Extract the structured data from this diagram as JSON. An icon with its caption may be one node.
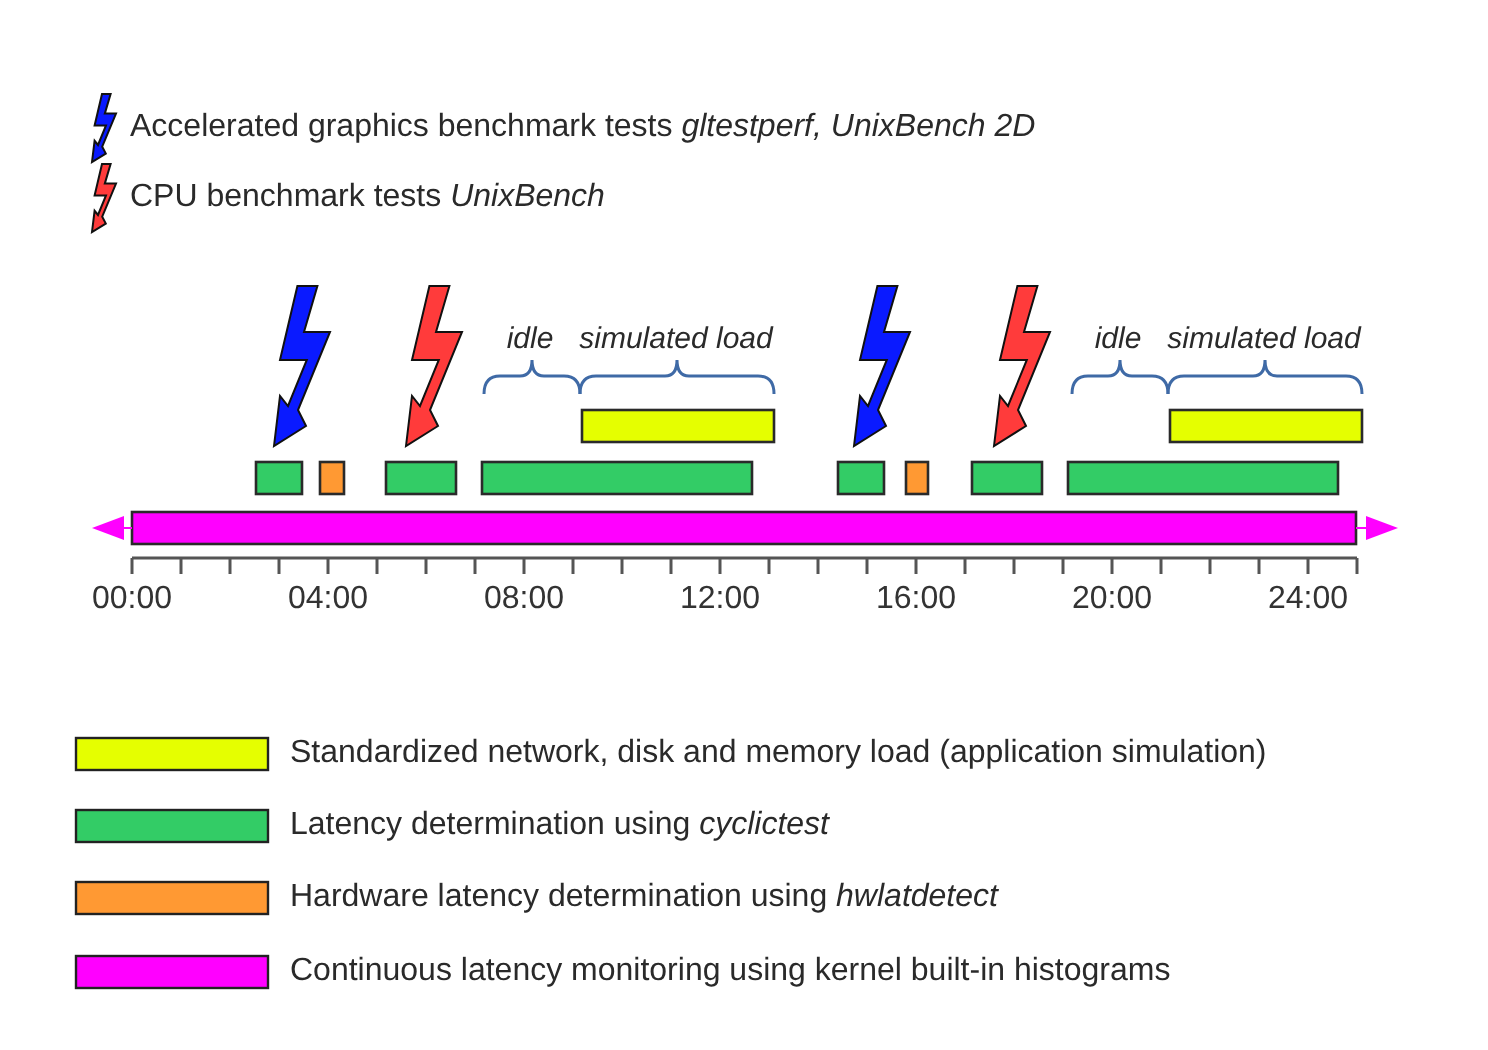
{
  "diagram": {
    "labels": [
      "idle",
      "simulated load",
      "idle",
      "simulated load",
      "00:00",
      "04:00",
      "08:00",
      "12:00",
      "16:00",
      "20:00",
      "24:00"
    ],
    "legend": [
      {
        "text": "Accelerated graphics benchmark tests *gltestperf, UnixBench 2D*"
      },
      {
        "text": "CPU benchmark tests *UnixBench*"
      },
      {
        "text": "Standardized network, disk and memory load (application simulation)",
        "color": "#e5ff00"
      },
      {
        "text": "Latency determination using *cyclictest*",
        "color": "#33cc66"
      },
      {
        "text": "Hardware latency determination using *hwlatdetect*",
        "color": "#ff9933"
      },
      {
        "text": "Continuous latency monitoring using kernel built-in histograms",
        "color": "#ff00ff"
      }
    ]
  }
}
